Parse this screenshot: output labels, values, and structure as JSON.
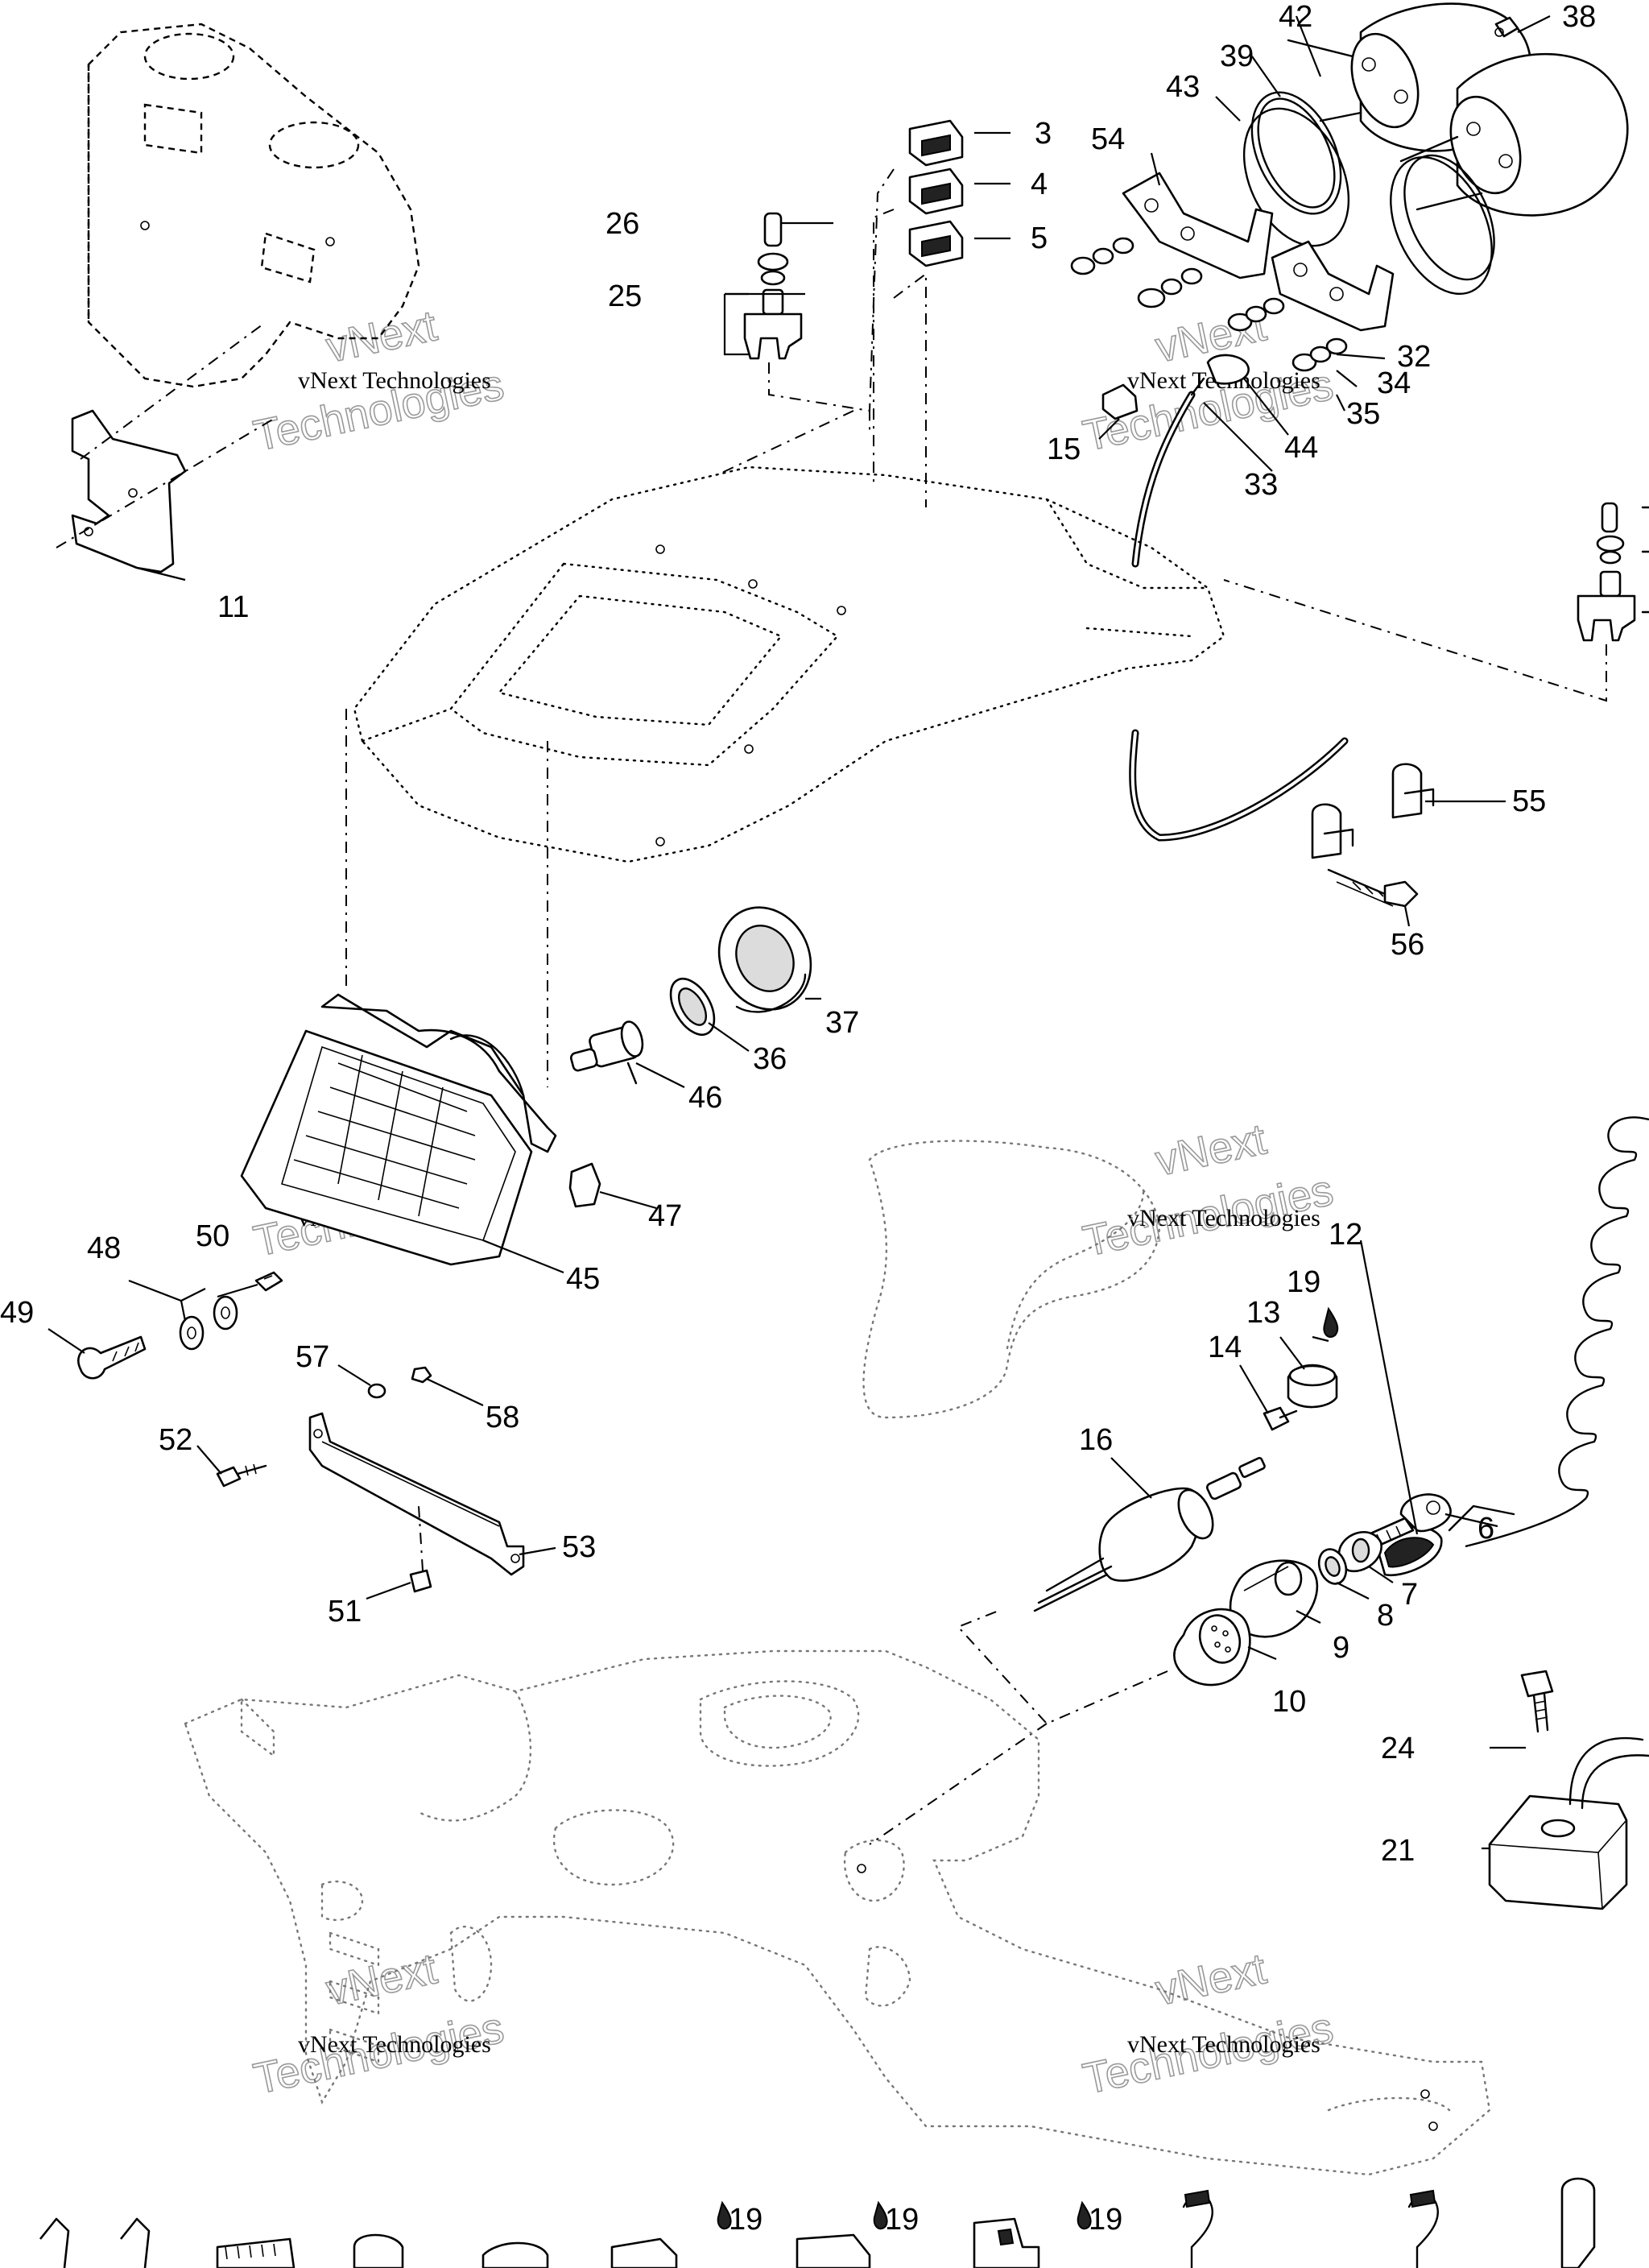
{
  "watermark": {
    "line1": "vNext Technologies",
    "line2a": "vNext",
    "line2b": "Technologies"
  },
  "lube_symbol": "💧",
  "callouts": {
    "c3": "3",
    "c4": "4",
    "c5": "5",
    "c6": "6",
    "c7": "7",
    "c8": "8",
    "c9": "9",
    "c10": "10",
    "c11": "11",
    "c12": "12",
    "c13": "13",
    "c14": "14",
    "c15": "15",
    "c16": "16",
    "c19": "19",
    "c21": "21",
    "c24": "24",
    "c25": "25",
    "c26": "26",
    "c32": "32",
    "c33": "33",
    "c34": "34",
    "c35": "35",
    "c36": "36",
    "c37": "37",
    "c38": "38",
    "c39": "39",
    "c42": "42",
    "c43": "43",
    "c44": "44",
    "c45": "45",
    "c46": "46",
    "c47": "47",
    "c48": "48",
    "c49": "49",
    "c50": "50",
    "c51": "51",
    "c52": "52",
    "c53": "53",
    "c54": "54",
    "c55": "55",
    "c56": "56",
    "c57": "57",
    "c58": "58"
  }
}
